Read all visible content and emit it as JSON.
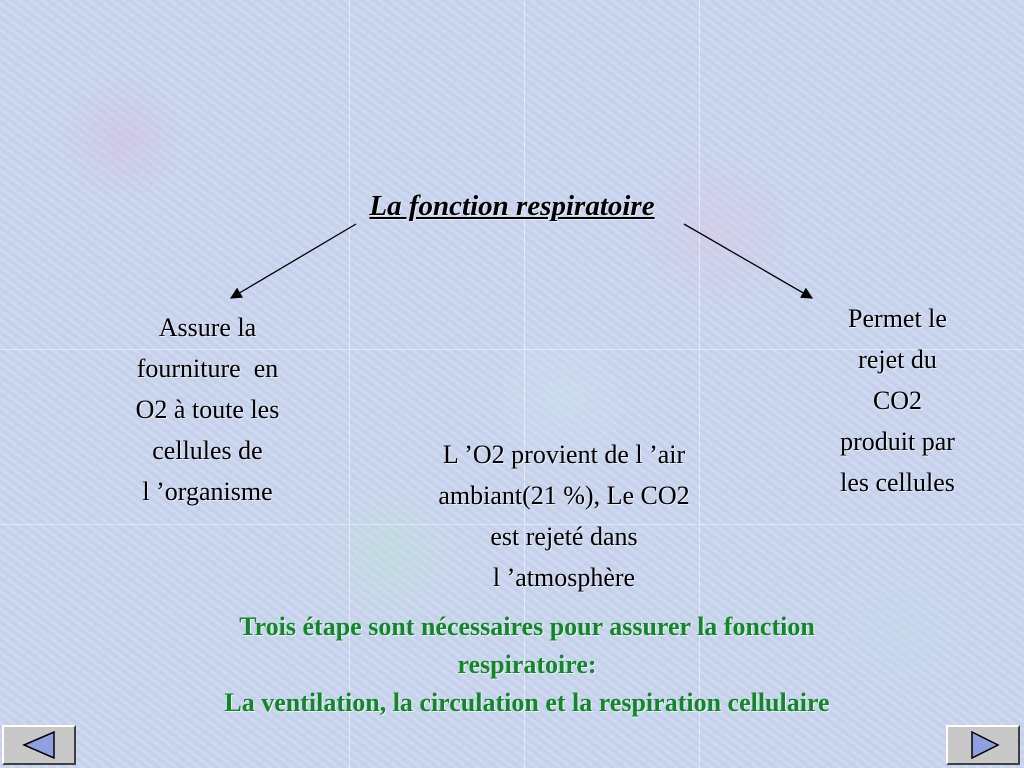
{
  "title": "La fonction respiratoire",
  "left_text": [
    "Assure la",
    "fourniture  en",
    "O2 à toute les",
    "cellules de",
    "l ’organisme"
  ],
  "right_text": [
    "Permet le",
    "rejet du",
    "CO2",
    "produit par",
    "les cellules"
  ],
  "center_text": [
    "L ’O2 provient de l ’air",
    "ambiant(21 %), Le CO2",
    "est rejeté dans",
    "l ’atmosphère"
  ],
  "conclusion": {
    "line1": "Trois étape sont nécessaires pour assurer la fonction",
    "line2": "respiratoire:",
    "line3": "La ventilation, la circulation et la respiration cellulaire"
  },
  "colors": {
    "conclusion_text": "#11872a",
    "nav_arrow_fill": "#8f9fe0"
  },
  "icons": {
    "prev": "previous-triangle-icon",
    "next": "next-triangle-icon"
  }
}
